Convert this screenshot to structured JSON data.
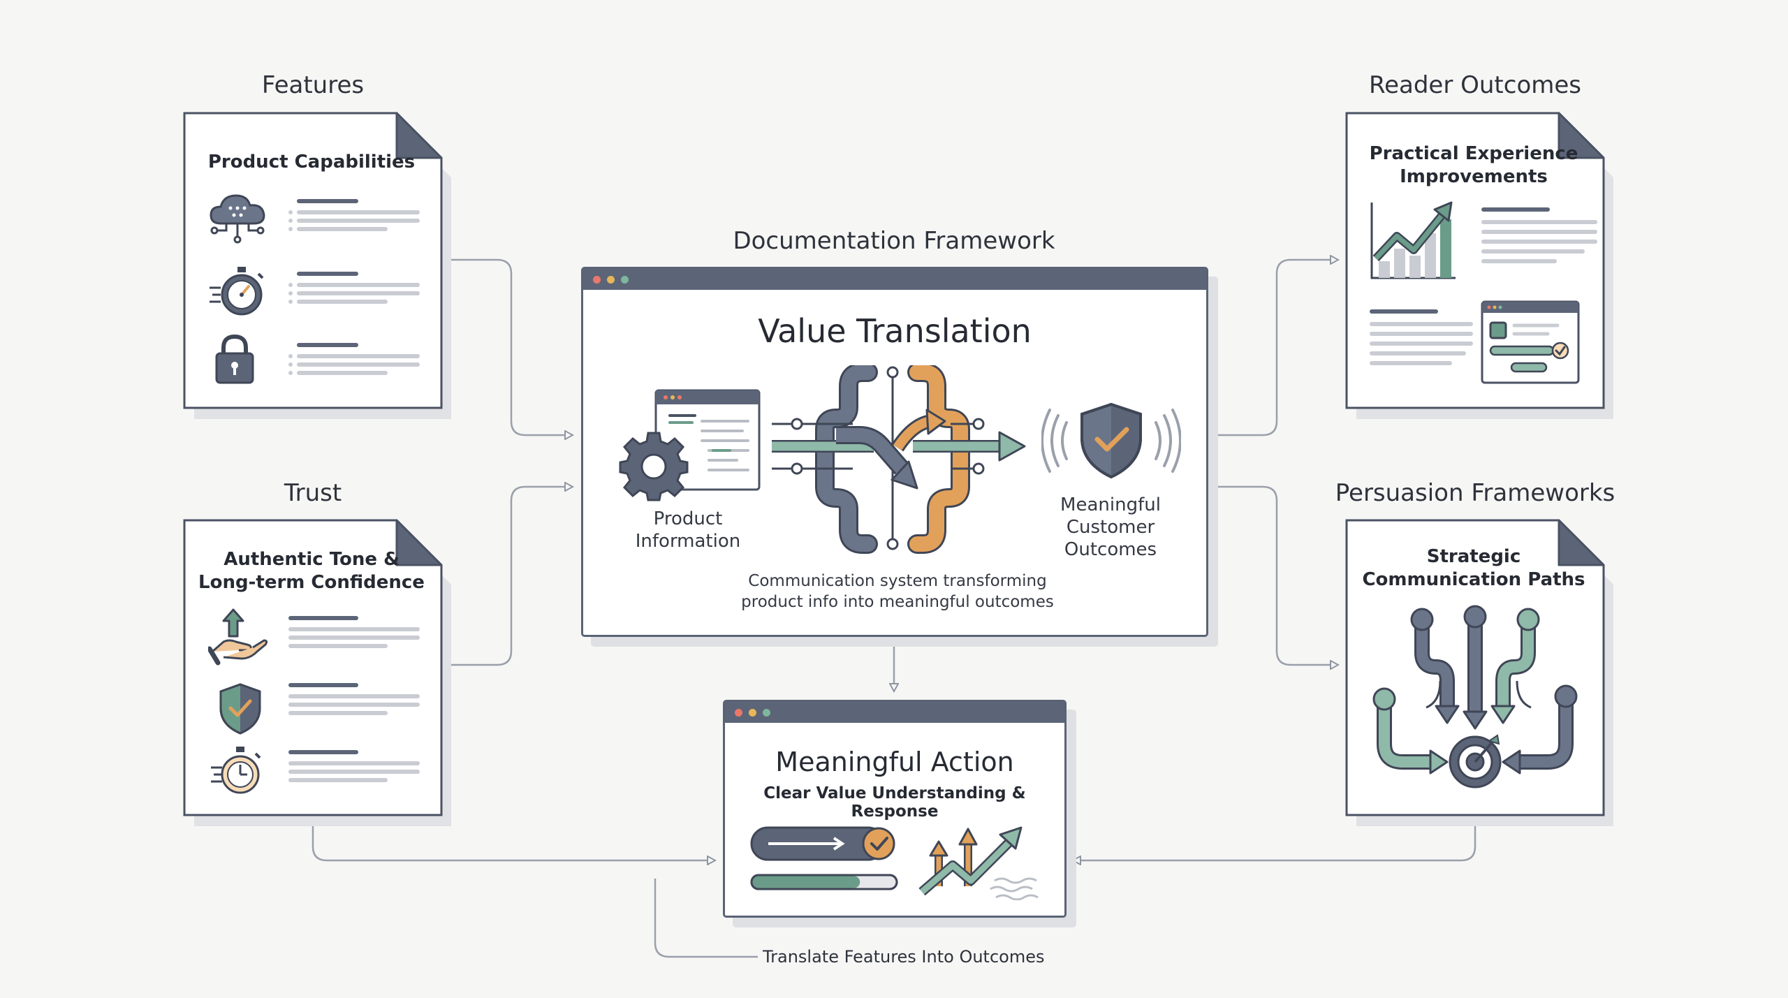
{
  "diagram": {
    "features": {
      "title": "Features",
      "subtitle": "Product Capabilities",
      "icons": [
        "cloud-network-icon",
        "stopwatch-icon",
        "padlock-icon"
      ]
    },
    "trust": {
      "title": "Trust",
      "subtitle": "Authentic Tone & Long-term Confidence",
      "subtitle_lines": [
        "Authentic Tone &",
        "Long-term Confidence"
      ],
      "icons": [
        "hand-upload-icon",
        "shield-check-icon",
        "stopwatch-icon"
      ]
    },
    "framework": {
      "title": "Documentation Framework",
      "window_title": "Value Translation",
      "input_label": "Product Information",
      "input_label_lines": [
        "Product",
        "Information"
      ],
      "output_label": "Meaningful Customer Outcomes",
      "output_label_lines": [
        "Meaningful",
        "Customer",
        "Outcomes"
      ],
      "description": "Communication system transforming product info into meaningful outcomes",
      "description_lines": [
        "Communication system transforming",
        "product info into meaningful outcomes"
      ],
      "icons": [
        "gear-icon",
        "document-window-icon",
        "crossing-paths-icon",
        "shield-check-icon"
      ]
    },
    "reader": {
      "title": "Reader Outcomes",
      "subtitle": "Practical Experience Improvements",
      "subtitle_lines": [
        "Practical Experience",
        "Improvements"
      ],
      "icons": [
        "growth-chart-icon",
        "settings-window-icon"
      ]
    },
    "persuasion": {
      "title": "Persuasion Frameworks",
      "subtitle": "Strategic Communication Paths",
      "subtitle_lines": [
        "Strategic",
        "Communication Paths"
      ],
      "icons": [
        "converging-paths-target-icon"
      ]
    },
    "action": {
      "window_title": "Meaningful Action",
      "subtitle": "Clear Value Understanding & Response",
      "progress": 0.75,
      "icons": [
        "arrow-check-bar-icon",
        "progress-bar-icon",
        "rising-arrows-icon"
      ]
    },
    "footer": "Translate Features Into Outcomes"
  },
  "colors": {
    "navy": "#5c6577",
    "teal": "#6b9c8a",
    "orange": "#e2a15a",
    "outline": "#4a5263",
    "line_gray": "#b9bdc5",
    "wire": "#8f96a2",
    "dot_red": "#e9786a",
    "dot_yellow": "#e8b65a",
    "dot_green": "#7fb69c"
  }
}
